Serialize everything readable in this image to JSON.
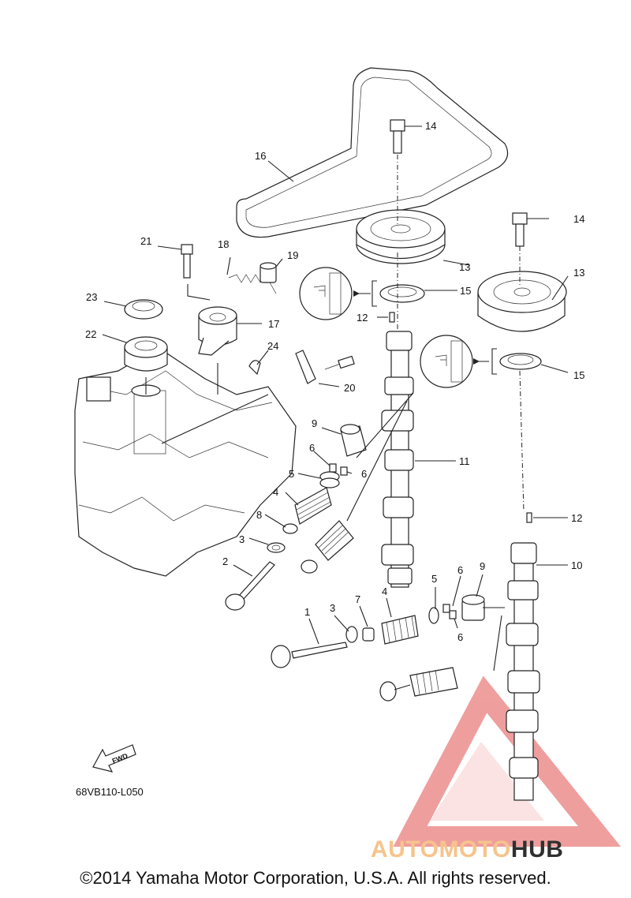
{
  "diagram": {
    "callouts": {
      "c1": "1",
      "c2": "2",
      "c3a": "3",
      "c3b": "3",
      "c4a": "4",
      "c4b": "4",
      "c5a": "5",
      "c5b": "5",
      "c6a": "6",
      "c6b": "6",
      "c6c": "6",
      "c6d": "6",
      "c7": "7",
      "c8": "8",
      "c9a": "9",
      "c9b": "9",
      "c10": "10",
      "c11": "11",
      "c12a": "12",
      "c12b": "12",
      "c13a": "13",
      "c13b": "13",
      "c14a": "14",
      "c14b": "14",
      "c15a": "15",
      "c15b": "15",
      "c16": "16",
      "c17": "17",
      "c18": "18",
      "c19": "19",
      "c20": "20",
      "c21": "21",
      "c22": "22",
      "c23": "23",
      "c24": "24"
    },
    "fwd_label": "FWD",
    "ref_code": "68VB110-L050"
  },
  "watermark": {
    "part1": "AUTOMOTO",
    "part2": "HUB",
    "color_orange": "#f6c48c",
    "color_red": "#e35050"
  },
  "footer": {
    "copyright": "©2014 Yamaha Motor Corporation, U.S.A. All rights reserved."
  }
}
